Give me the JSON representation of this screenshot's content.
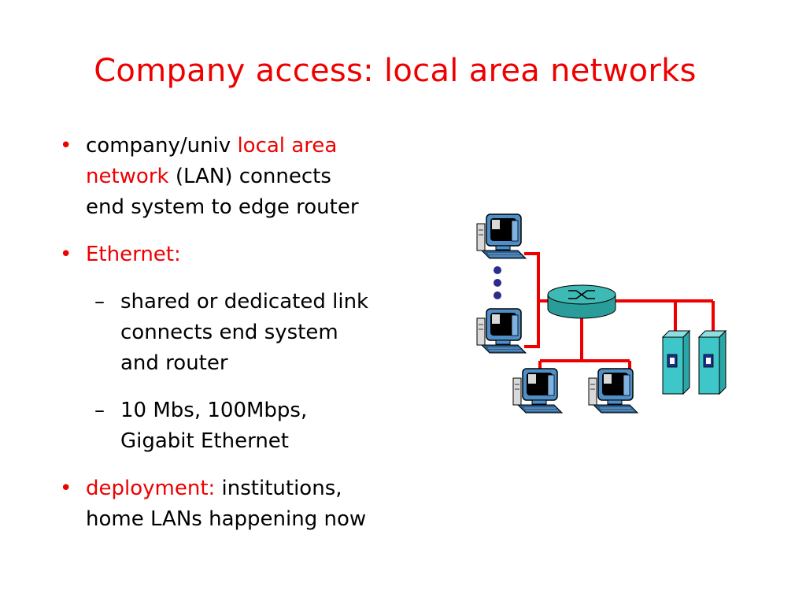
{
  "slide": {
    "title": "Company access: local area networks"
  },
  "bullets": [
    {
      "level": 1,
      "marker": "•",
      "marker_color": "#ee0000",
      "segments": [
        {
          "text": "company/univ ",
          "color": "#000000"
        },
        {
          "text": "local area network",
          "color": "#ee0000"
        },
        {
          "text": " (LAN) connects end system to edge router",
          "color": "#000000"
        }
      ],
      "lines": [
        [
          {
            "text": "company/univ ",
            "color": "#000000"
          },
          {
            "text": "local area",
            "color": "#ee0000"
          }
        ],
        [
          {
            "text": "network",
            "color": "#ee0000"
          },
          {
            "text": " (LAN) connects",
            "color": "#000000"
          }
        ],
        [
          {
            "text": "end system to edge router",
            "color": "#000000"
          }
        ]
      ]
    },
    {
      "level": 1,
      "marker": "•",
      "marker_color": "#ee0000",
      "lines": [
        [
          {
            "text": "Ethernet:",
            "color": "#ee0000"
          }
        ]
      ]
    },
    {
      "level": 2,
      "marker": "–",
      "marker_color": "#000000",
      "lines": [
        [
          {
            "text": "shared or dedicated link",
            "color": "#000000"
          }
        ],
        [
          {
            "text": "connects end system",
            "color": "#000000"
          }
        ],
        [
          {
            "text": "and router",
            "color": "#000000"
          }
        ]
      ]
    },
    {
      "level": 2,
      "marker": "–",
      "marker_color": "#000000",
      "lines": [
        [
          {
            "text": "10 Mbs, 100Mbps,",
            "color": "#000000"
          }
        ],
        [
          {
            "text": "Gigabit Ethernet",
            "color": "#000000"
          }
        ]
      ]
    },
    {
      "level": 1,
      "marker": "•",
      "marker_color": "#ee0000",
      "lines": [
        [
          {
            "text": "deployment:",
            "color": "#ee0000"
          },
          {
            "text": " institutions,",
            "color": "#000000"
          }
        ],
        [
          {
            "text": "home LANs happening now",
            "color": "#000000"
          }
        ]
      ]
    }
  ],
  "diagram": {
    "icons": [
      "workstation-icon",
      "workstation-icon",
      "workstation-icon",
      "workstation-icon",
      "ethernet-switch-icon",
      "server-icon",
      "server-icon",
      "ellipsis-dots-icon"
    ],
    "colors": {
      "link": "#ee0000",
      "switch": "#2a9d9a",
      "switch_top": "#3fb9b4",
      "server": "#3ec6c8",
      "monitor_screen": "#000000",
      "monitor_body": "#4f8fc9",
      "dots": "#2c2c8c"
    }
  }
}
